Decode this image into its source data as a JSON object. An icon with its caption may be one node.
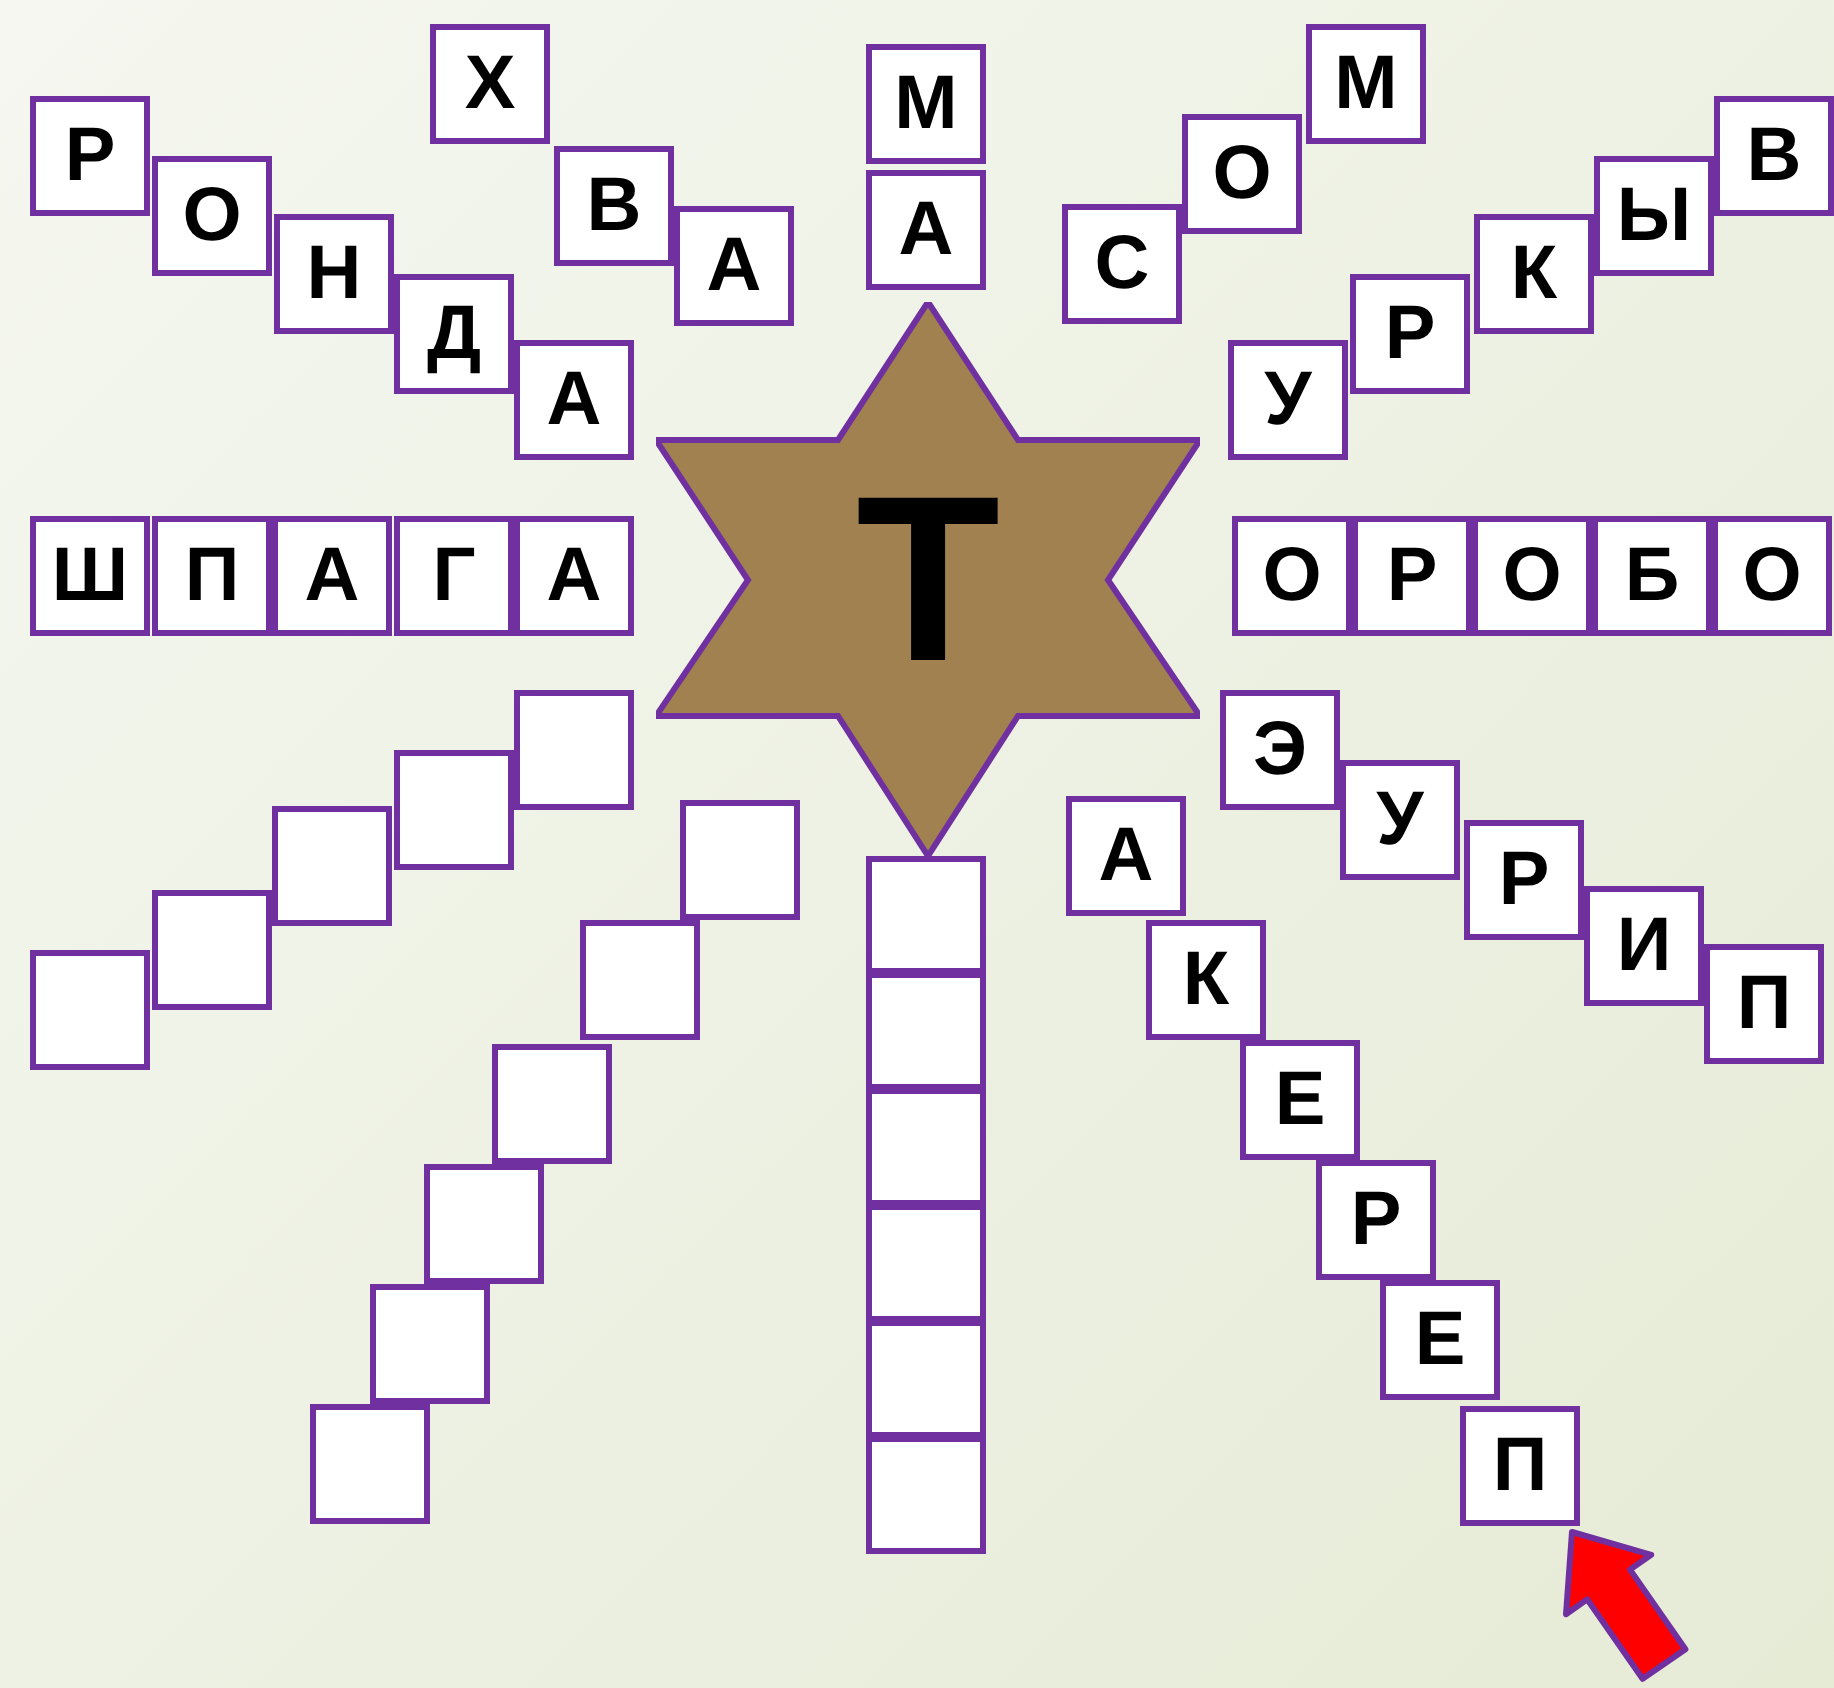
{
  "diagram": {
    "nodes": [
      {
        "text": [
          "Р"
        ]
      },
      {
        "text": [
          "О"
        ]
      },
      {
        "text": [
          "Н"
        ]
      },
      {
        "text": [
          "Д"
        ]
      },
      {
        "text": [
          "А"
        ]
      },
      {
        "text": [
          "Х"
        ]
      },
      {
        "text": [
          "В"
        ]
      },
      {
        "text": [
          "А"
        ]
      },
      {
        "text": [
          "М"
        ]
      },
      {
        "text": [
          "А"
        ]
      },
      {
        "text": [
          "С"
        ]
      },
      {
        "text": [
          "О"
        ]
      },
      {
        "text": [
          "М"
        ]
      },
      {
        "text": [
          "У"
        ]
      },
      {
        "text": [
          "Р"
        ]
      },
      {
        "text": [
          "К"
        ]
      },
      {
        "text": [
          "Ы"
        ]
      },
      {
        "text": [
          "В"
        ]
      },
      {
        "text": [
          "Ш"
        ]
      },
      {
        "text": [
          "П"
        ]
      },
      {
        "text": [
          "А"
        ]
      },
      {
        "text": [
          "Г"
        ]
      },
      {
        "text": [
          "А"
        ]
      },
      {
        "text": [
          "Т"
        ]
      },
      {
        "text": [
          "О"
        ]
      },
      {
        "text": [
          "Р"
        ]
      },
      {
        "text": [
          "О"
        ]
      },
      {
        "text": [
          "Б"
        ]
      },
      {
        "text": [
          "О"
        ]
      },
      {
        "text": [],
        "shape": "box"
      },
      {
        "text": [],
        "shape": "box"
      },
      {
        "text": [],
        "shape": "box"
      },
      {
        "text": [],
        "shape": "box"
      },
      {
        "text": [],
        "shape": "box"
      },
      {
        "text": [],
        "shape": "box"
      },
      {
        "text": [],
        "shape": "box"
      },
      {
        "text": [],
        "shape": "box"
      },
      {
        "text": [],
        "shape": "box"
      },
      {
        "text": [],
        "shape": "box"
      },
      {
        "text": [],
        "shape": "box"
      },
      {
        "text": [],
        "shape": "box"
      },
      {
        "text": [],
        "shape": "box"
      },
      {
        "text": [],
        "shape": "box"
      },
      {
        "text": [],
        "shape": "box"
      },
      {
        "text": [],
        "shape": "box"
      },
      {
        "text": [],
        "shape": "box"
      },
      {
        "text": [
          "Э"
        ]
      },
      {
        "text": [
          "У"
        ]
      },
      {
        "text": [
          "Р"
        ]
      },
      {
        "text": [
          "И"
        ]
      },
      {
        "text": [
          "П"
        ]
      },
      {
        "text": [
          "А"
        ]
      },
      {
        "text": [
          "К"
        ]
      },
      {
        "text": [
          "Е"
        ]
      },
      {
        "text": [
          "Р"
        ]
      },
      {
        "text": [
          "Е"
        ]
      },
      {
        "text": [
          "П"
        ]
      }
    ],
    "edges": [
      {
        "from": null,
        "to": 56,
        "arrow": "to"
      }
    ]
  }
}
